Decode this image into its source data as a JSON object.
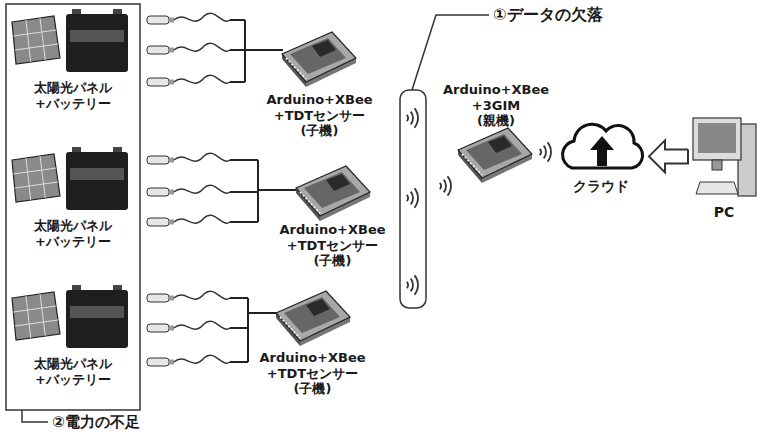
{
  "diagram": {
    "nodes": [
      {
        "text": [
          "太陽光パネル +バッテリー"
        ]
      },
      {
        "text": [
          "太陽光パネル +バッテリー"
        ]
      },
      {
        "text": [
          "太陽光パネル +バッテリー"
        ]
      },
      {
        "text": [
          "Arduino+XBee +TDTセンサー (子機)"
        ]
      },
      {
        "text": [
          "Arduino+XBee +TDTセンサー (子機)"
        ]
      },
      {
        "text": [
          "Arduino+XBee +TDTセンサー (子機)"
        ]
      },
      {
        "text": [
          "Arduino+XBee +3GIM (親機)"
        ]
      },
      {
        "text": [
          "クラウド"
        ]
      },
      {
        "text": [
          "PC"
        ]
      }
    ],
    "edges": [
      {
        "from": 8,
        "to": 7,
        "arrow": "to"
      }
    ],
    "labels": [
      "①データの欠落",
      "②電力の不足"
    ]
  }
}
